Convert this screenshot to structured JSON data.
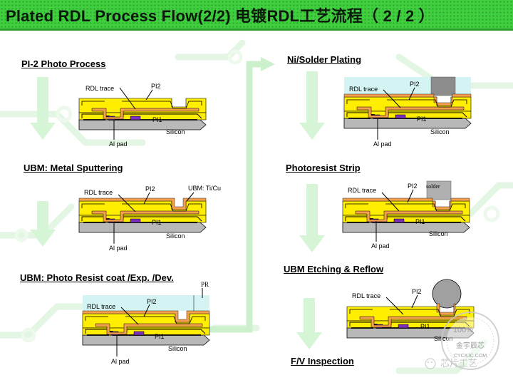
{
  "title": "Plated RDL Process Flow(2/2)    电镀RDL工艺流程（ 2 / 2 ）",
  "steps": {
    "pi2_photo": "PI-2 Photo Process",
    "ubm_sputter": "UBM: Metal Sputtering",
    "ubm_pr": "UBM: Photo Resist coat /Exp. /Dev.",
    "plating": "Ni/Solder Plating",
    "pr_strip": "Photoresist Strip",
    "ubm_etch": "UBM Etching & Reflow",
    "fv": "F/V Inspection"
  },
  "labels": {
    "rdl_trace": "RDL trace",
    "pi2": "PI2",
    "pi1": "PI1",
    "silicon": "Silicon",
    "al_pad": "Al pad",
    "ubm_ticu": "UBM: Ti/Cu",
    "pr": "PR",
    "solder": "solder"
  },
  "watermark": {
    "brand_line": "金宇辰芯",
    "brand_url": "CYCXJC.COM",
    "pct": "100%",
    "wechat": "芯片工艺"
  },
  "colors": {
    "banner": "#3fcf3f",
    "pi_yellow": "#ffee00",
    "orange": "#f5a04c",
    "silicon": "#b8b8b8",
    "al_pad": "#7a30b8",
    "pr": "#d4f4f4",
    "solder": "#9a9a9a"
  }
}
